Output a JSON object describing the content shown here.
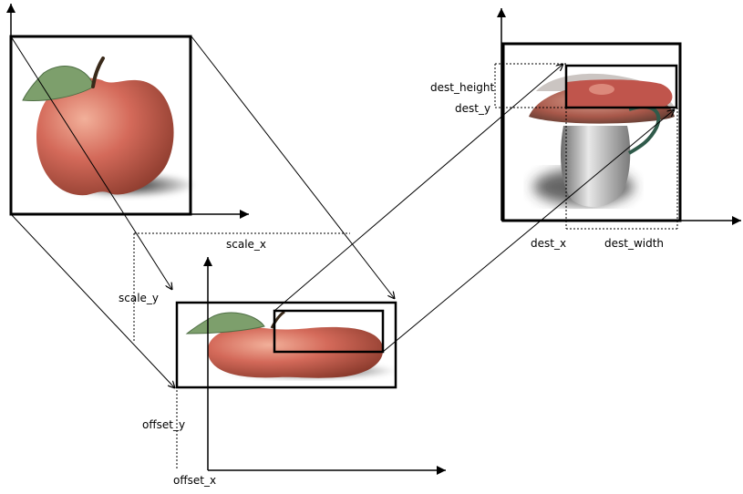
{
  "labels": {
    "scale_x": "scale_x",
    "scale_y": "scale_y",
    "offset_x": "offset_x",
    "offset_y": "offset_y",
    "dest_x": "dest_x",
    "dest_y": "dest_y",
    "dest_width": "dest_width",
    "dest_height": "dest_height"
  },
  "images": {
    "source": "apple",
    "scaled": "apple-stretched",
    "destination": "mushroom-with-composited-apple"
  }
}
